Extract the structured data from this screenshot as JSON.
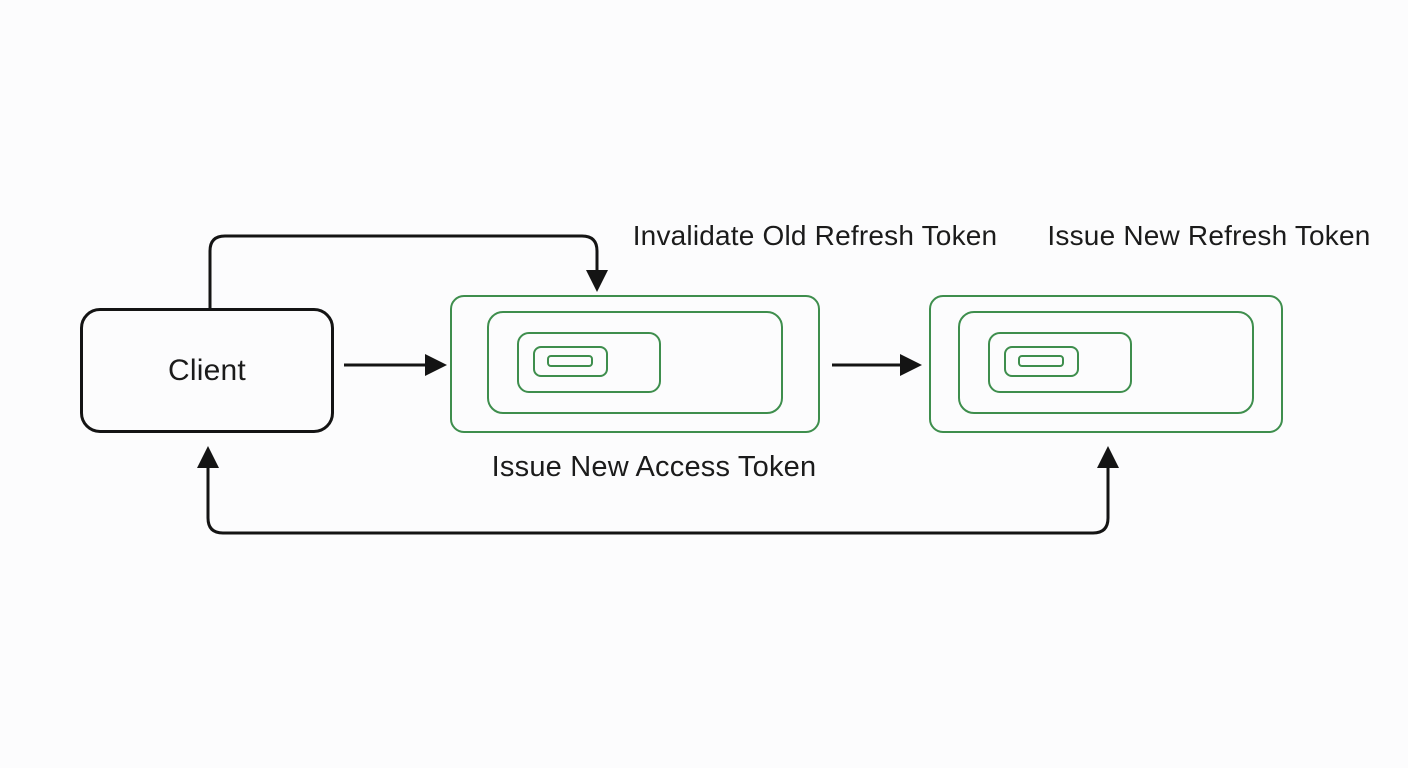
{
  "colors": {
    "line": "#141414",
    "green": "#3e8e4d",
    "background": "#fcfcfd",
    "text": "#1b1b1b"
  },
  "diagram": {
    "client": {
      "label": "Client"
    },
    "labels": {
      "invalidate_old_refresh_token": "Invalidate Old Refresh Token",
      "issue_new_refresh_token": "Issue New Refresh Token",
      "issue_new_access_token": "Issue New Access Token"
    }
  }
}
